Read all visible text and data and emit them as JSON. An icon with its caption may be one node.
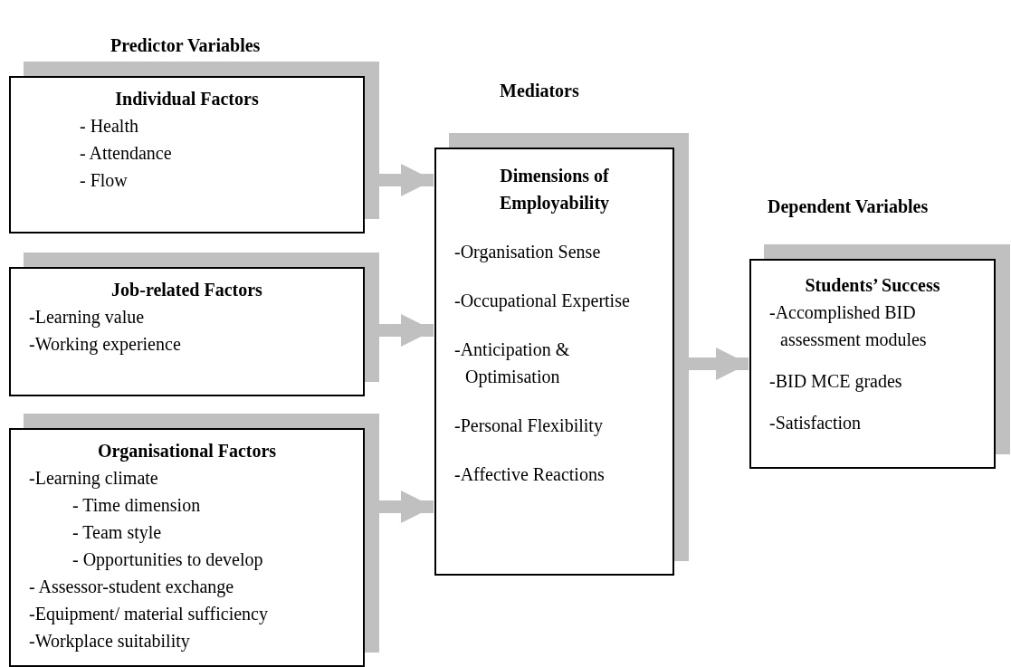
{
  "diagram": {
    "nodes": [
      {
        "text": [
          "Individual Factors",
          "- Health",
          "- Attendance",
          "- Flow"
        ]
      },
      {
        "text": [
          "Job-related Factors",
          "-Learning value",
          "-Working experience"
        ]
      },
      {
        "text": [
          "Organisational Factors",
          "-Learning climate",
          "- Time dimension",
          "- Team style",
          "- Opportunities to develop",
          "- Assessor-student exchange",
          "-Equipment/ material sufficiency",
          "-Workplace suitability"
        ]
      },
      {
        "text": [
          "Dimensions of Employability",
          "-Organisation Sense",
          "-Occupational Expertise",
          "-Anticipation & Optimisation",
          "-Personal Flexibility",
          "-Affective Reactions"
        ]
      },
      {
        "text": [
          "Students’ Success",
          "-Accomplished BID assessment modules",
          "-BID MCE grades",
          "-Satisfaction"
        ]
      }
    ],
    "edges": [
      {
        "from": 0,
        "to": 3,
        "arrow": "to"
      },
      {
        "from": 1,
        "to": 3,
        "arrow": "to"
      },
      {
        "from": 2,
        "to": 3,
        "arrow": "to"
      },
      {
        "from": 3,
        "to": 4,
        "arrow": "to"
      }
    ],
    "labels": [
      "Predictor Variables",
      "Mediators",
      "Dependent Variables"
    ]
  }
}
